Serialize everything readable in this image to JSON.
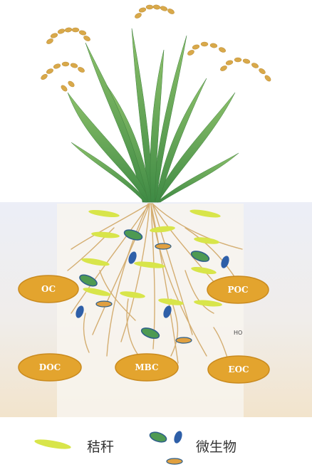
{
  "pools": {
    "oc": "OC",
    "poc": "POC",
    "doc": "DOC",
    "mbc": "MBC",
    "eoc": "EOC"
  },
  "annotation": "HO",
  "legend": {
    "straw": "秸秆",
    "microbe": "微生物"
  },
  "colors": {
    "pool_fill": "#E3A42E",
    "pool_stroke": "#C98A1E",
    "straw": "#D8E54A",
    "microbe_green": "#4E9A52",
    "microbe_blue": "#2E5FA8",
    "microbe_orange": "#E0A040",
    "soil_top": "#EEEFF7",
    "soil_bottom": "#F1E6D2"
  }
}
